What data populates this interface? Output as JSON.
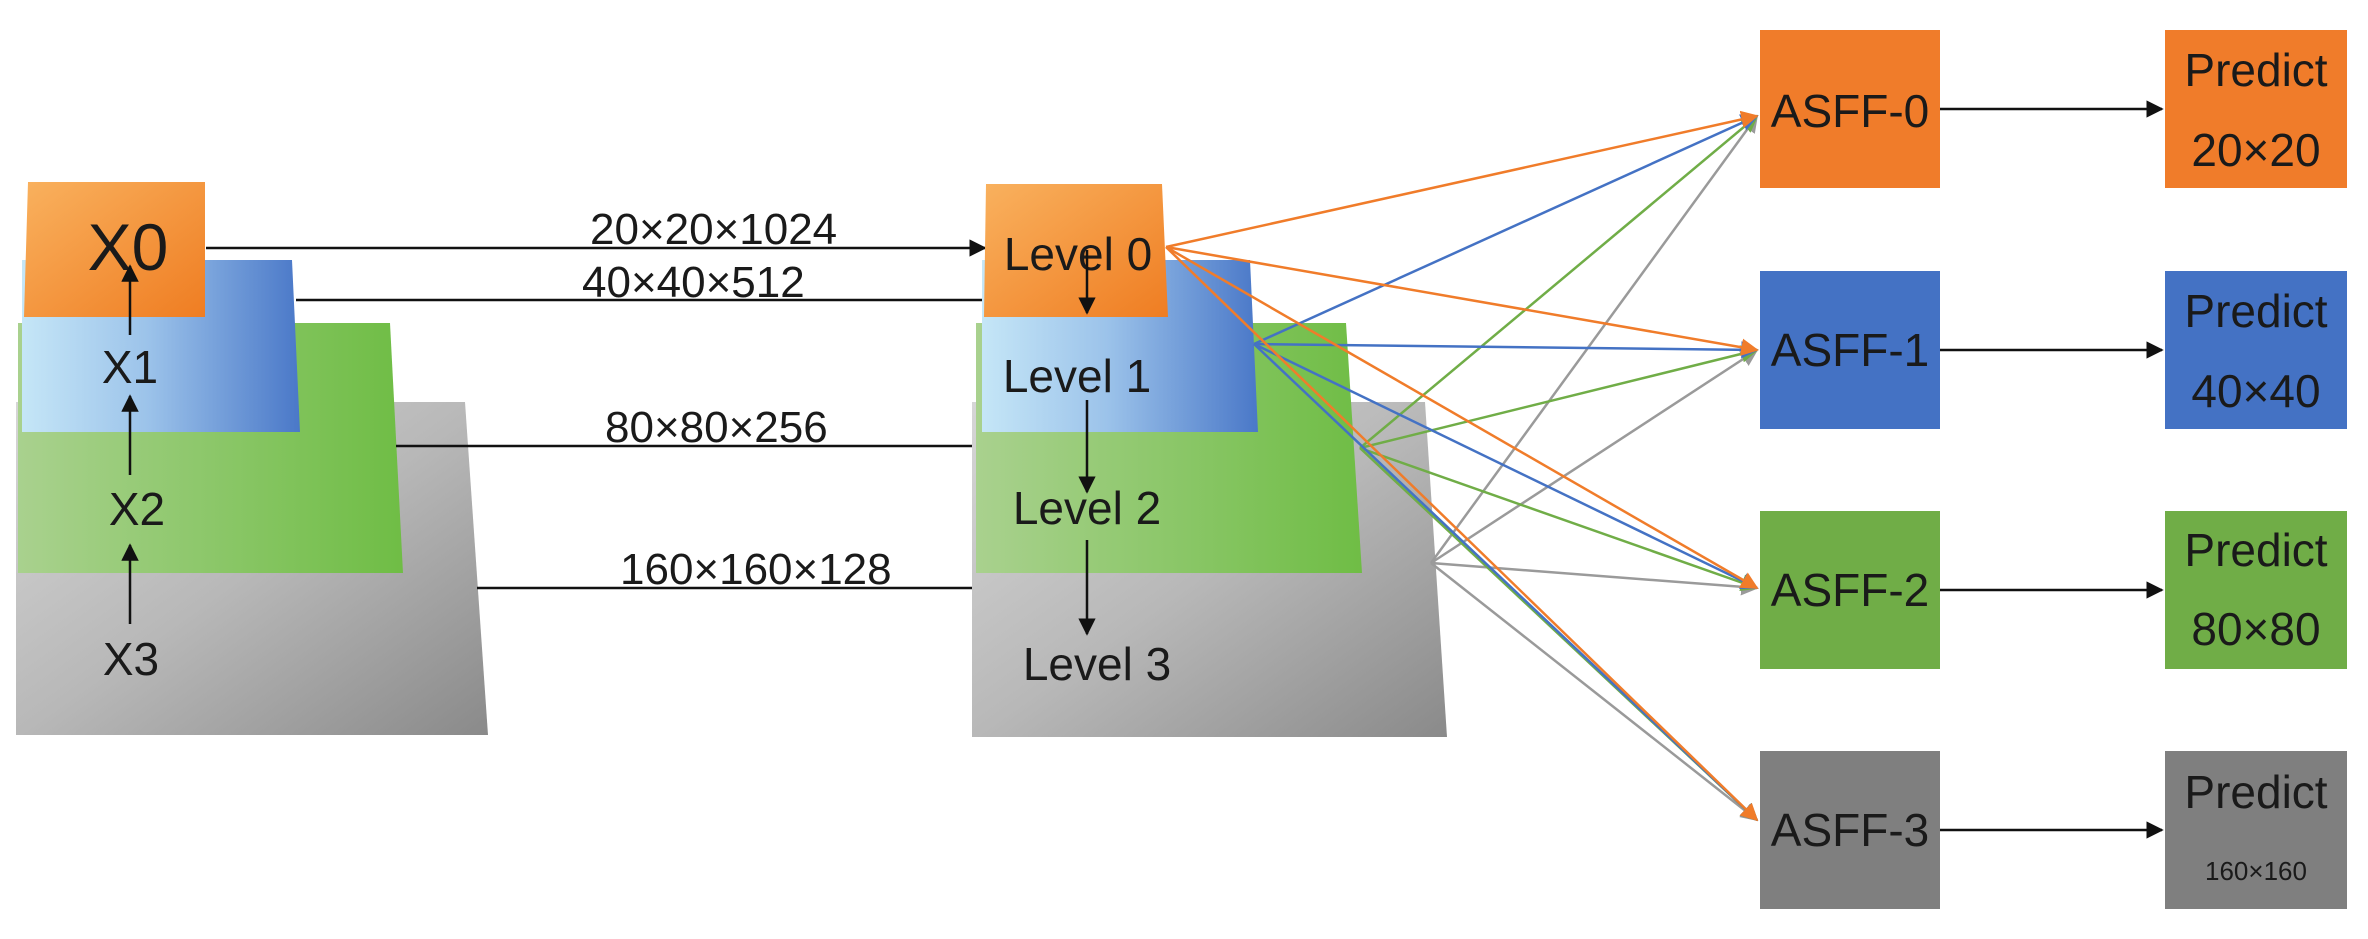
{
  "left_stack": {
    "x0": "X0",
    "x1": "X1",
    "x2": "X2",
    "x3": "X3"
  },
  "connections": {
    "c0": "20×20×1024",
    "c1": "40×40×512",
    "c2": "80×80×256",
    "c3": "160×160×128"
  },
  "mid_stack": {
    "level0": "Level 0",
    "level1": "Level 1",
    "level2": "Level 2",
    "level3": "Level 3"
  },
  "asff": {
    "a0": "ASFF-0",
    "a1": "ASFF-1",
    "a2": "ASFF-2",
    "a3": "ASFF-3"
  },
  "predict": {
    "p0": {
      "title": "Predict",
      "size": "20×20"
    },
    "p1": {
      "title": "Predict",
      "size": "40×40"
    },
    "p2": {
      "title": "Predict",
      "size": "80×80"
    },
    "p3": {
      "title": "Predict",
      "size": "160×160"
    }
  },
  "colors": {
    "orange": "#f07c2a",
    "blue": "#4472c4",
    "green": "#70ad47",
    "gray": "#8c8c8c"
  }
}
